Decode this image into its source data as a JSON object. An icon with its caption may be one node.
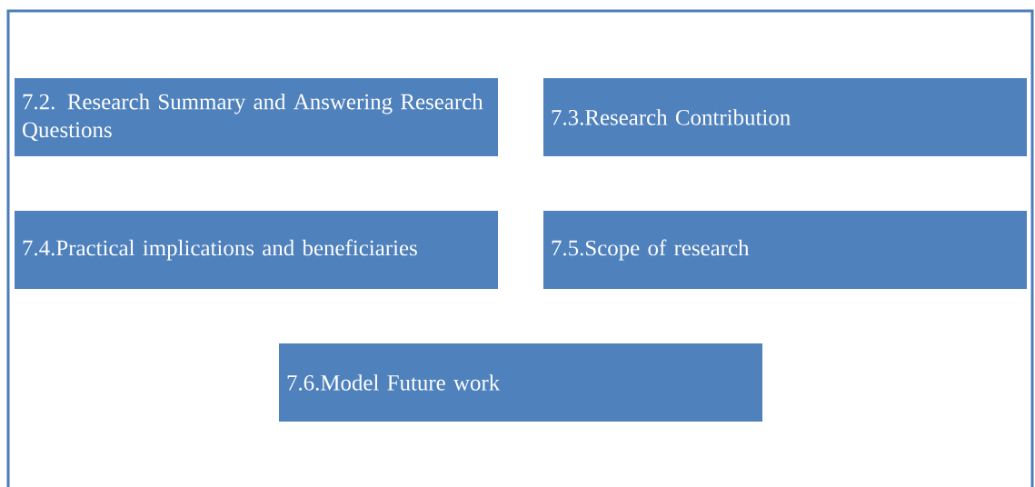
{
  "diagram": {
    "nodes": [
      {
        "text": [
          "7.2. Research Summary and Answering Research Questions"
        ]
      },
      {
        "text": [
          "7.3.Research Contribution"
        ]
      },
      {
        "text": [
          "7.4.Practical implications and beneficiaries"
        ]
      },
      {
        "text": [
          "7.5.Scope of research"
        ]
      },
      {
        "text": [
          "7.6.Model Future work"
        ]
      }
    ]
  }
}
